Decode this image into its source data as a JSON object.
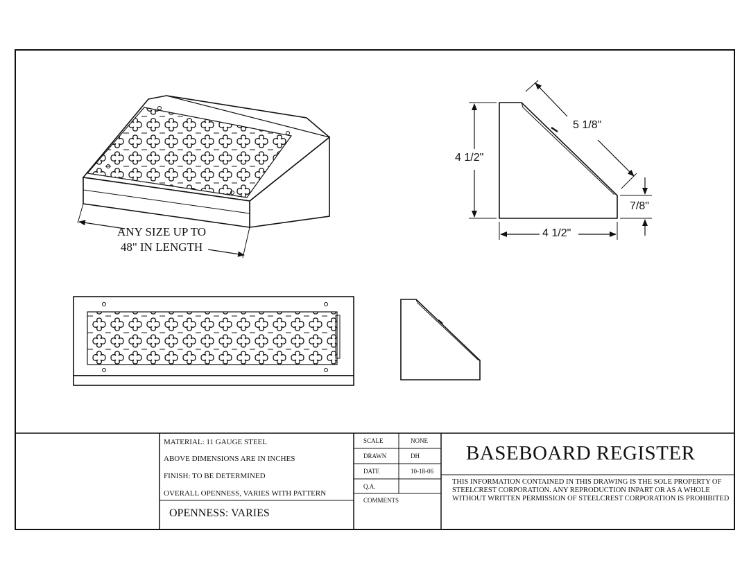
{
  "views": {
    "isometric": {
      "size_note_line1": "ANY SIZE UP TO",
      "size_note_line2": "48\" IN LENGTH"
    },
    "side_profile": {
      "height_label": "4 1/2\"",
      "face_label": "5 1/8\"",
      "lip_label": "7/8\"",
      "depth_label": "4 1/2\""
    },
    "front_view": {},
    "small_side_view": {}
  },
  "title_block": {
    "material": "MATERIAL:  11 GAUGE STEEL",
    "dims_note": "ABOVE DIMENSIONS ARE IN INCHES",
    "finish": "FINISH:  TO BE DETERMINED",
    "openness_note": "OVERALL OPENNESS, VARIES WITH PATTERN",
    "openness": "OPENNESS: VARIES",
    "scale_label": "SCALE",
    "scale_value": "NONE",
    "drawn_label": "DRAWN",
    "drawn_value": "DH",
    "date_label": "DATE",
    "date_value": "10-18-06",
    "qa_label": "Q.A.",
    "qa_value": "",
    "comments_label": "COMMENTS",
    "title": "BASEBOARD REGISTER",
    "notice": "THIS INFORMATION CONTAINED IN THIS DRAWING IS THE SOLE PROPERTY OF STEELCREST CORPORATION.  ANY REPRODUCTION INPART OR AS A WHOLE WITHOUT WRITTEN PERMISSION OF STEELCREST CORPORATION IS PROHIBITED"
  },
  "colors": {
    "ink": "#111111",
    "paper": "#ffffff"
  }
}
